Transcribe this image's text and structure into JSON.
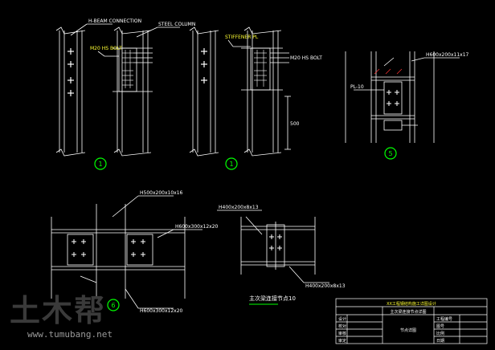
{
  "drawing": {
    "caption": "主次梁连接节点10",
    "callouts": [
      "1",
      "1",
      "5",
      "6"
    ],
    "labels": {
      "tl_top_left": "H-BEAM CONNECTION",
      "tl_top_right": "STEEL COLUMN",
      "tl_side": "M20 HS BOLT",
      "tr_top": "STIFFENER PL",
      "tr_side": "M20 HS BOLT",
      "dim_label": "500",
      "right_top": "H600x200x11x17",
      "right_side": "PL-10",
      "bl_top": "H500x200x10x16",
      "bl_right": "H600x300x12x20",
      "bl_bottom": "H600x300x12x20",
      "bc_top": "H400x200x8x13",
      "bc_bottom": "H400x200x8x13"
    }
  },
  "title_block": {
    "project": "XX工程钢结构施工详图设计",
    "drawing_name": "节点详图",
    "sub_title": "主次梁连接节点详图",
    "rows_left": [
      "设计",
      "校对",
      "审核",
      "审定"
    ],
    "rows_right": [
      "工程编号",
      "图号",
      "比例",
      "日期"
    ]
  },
  "watermark": {
    "cn": "土木帮",
    "url": "www.tumubang.net"
  },
  "colors": {
    "background": "#000000",
    "line": "#ffffff",
    "callout": "#00ff00",
    "text_yellow": "#ffff33",
    "hatch": "#ff3333"
  }
}
